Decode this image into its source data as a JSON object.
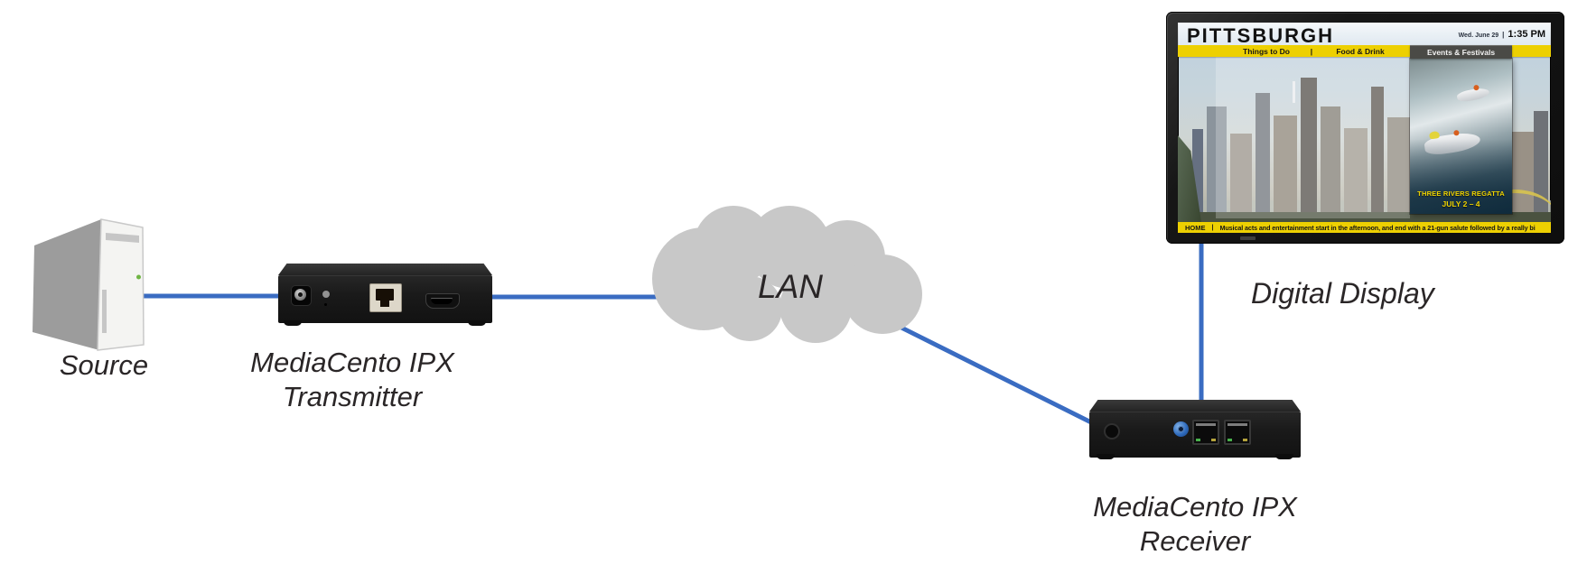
{
  "diagram": {
    "source": {
      "label": "Source"
    },
    "transmitter": {
      "label_line1": "MediaCento IPX",
      "label_line2": "Transmitter"
    },
    "lan": {
      "label": "LAN"
    },
    "receiver": {
      "label_line1": "MediaCento IPX",
      "label_line2": "Receiver"
    },
    "display": {
      "label": "Digital Display"
    },
    "colors": {
      "cable_blue": "#3a6cc2",
      "cloud_gray": "#c8c8c8",
      "device_black": "#1c1c1c"
    }
  },
  "screen": {
    "title": "PITTSBURGH",
    "header": {
      "date": "Wed. June 29",
      "separator": "|",
      "time": "1:35 PM"
    },
    "nav": {
      "item1": "Things to Do",
      "separator": "|",
      "item2": "Food & Drink",
      "active_tab": "Events & Festivals"
    },
    "event_panel": {
      "title": "THREE RIVERS REGATTA",
      "dates": "JULY 2 – 4"
    },
    "ticker": {
      "label": "HOME",
      "separator": "|",
      "message": "Musical acts and entertainment start in the afternoon, and end with a 21-gun salute followed by a really bi"
    },
    "colors": {
      "bar_yellow": "#edd002",
      "active_tab_gray": "#4a4a46",
      "caption_yellow": "#f0d400"
    }
  }
}
